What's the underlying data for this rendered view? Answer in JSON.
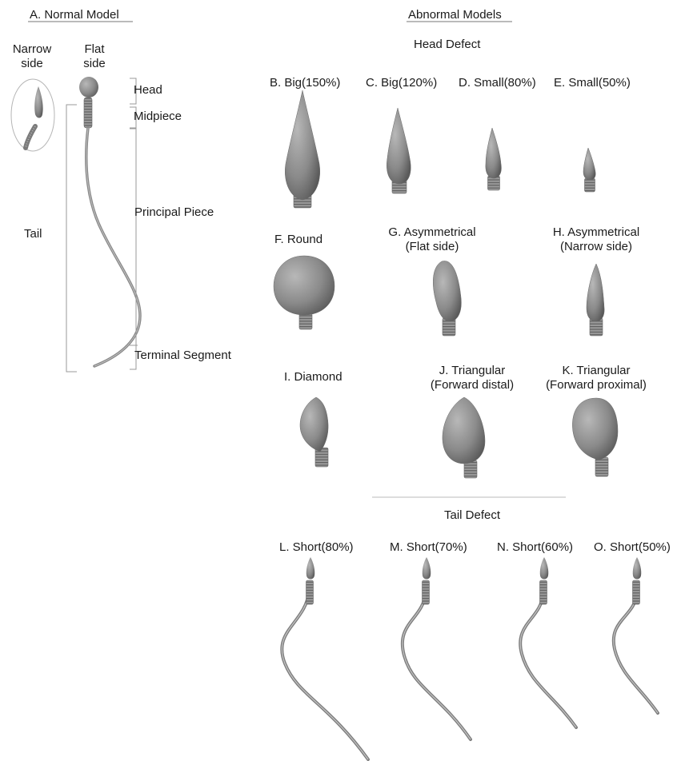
{
  "normal": {
    "title": "A. Normal Model",
    "narrow_side": [
      "Narrow",
      "side"
    ],
    "flat_side": [
      "Flat",
      "side"
    ],
    "parts": {
      "head": "Head",
      "midpiece": "Midpiece",
      "tail": "Tail",
      "principal_piece": "Principal Piece",
      "terminal_segment": "Terminal Segment"
    }
  },
  "abnormal": {
    "title": "Abnormal Models",
    "head_defect": {
      "title": "Head Defect",
      "models": [
        {
          "label": "B. Big(150%)"
        },
        {
          "label": "C. Big(120%)"
        },
        {
          "label": "D. Small(80%)"
        },
        {
          "label": "E. Small(50%)"
        },
        {
          "label": "F. Round"
        },
        {
          "label": [
            "G. Asymmetrical",
            "(Flat side)"
          ]
        },
        {
          "label": [
            "H. Asymmetrical",
            "(Narrow side)"
          ]
        },
        {
          "label": "I. Diamond"
        },
        {
          "label": [
            "J. Triangular",
            "(Forward distal)"
          ]
        },
        {
          "label": [
            "K. Triangular",
            "(Forward proximal)"
          ]
        }
      ]
    },
    "tail_defect": {
      "title": "Tail Defect",
      "models": [
        {
          "label": "L. Short(80%)"
        },
        {
          "label": "M. Short(70%)"
        },
        {
          "label": "N. Short(60%)"
        },
        {
          "label": "O. Short(50%)"
        }
      ]
    }
  },
  "colors": {
    "model_gray": "#8a8a8a",
    "model_dark": "#5e5e5e",
    "line": "#888888"
  }
}
